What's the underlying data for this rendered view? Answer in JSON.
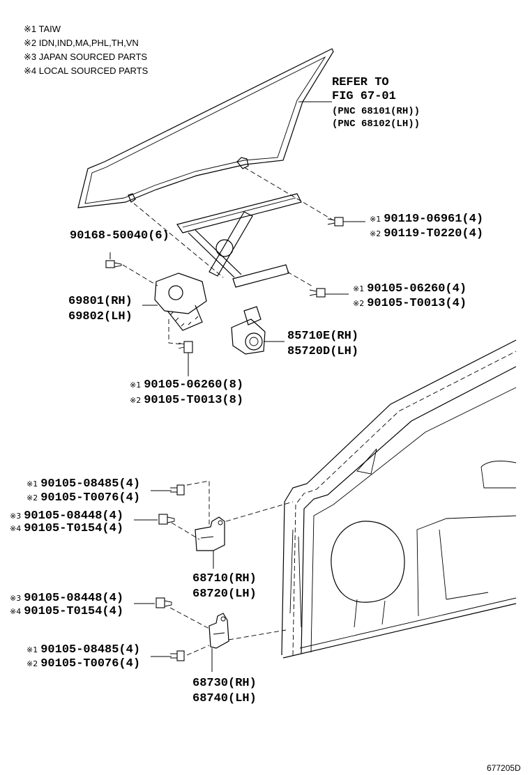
{
  "notes": [
    {
      "mark": "※1",
      "text": "TAIW"
    },
    {
      "mark": "※2",
      "text": "IDN,IND,MA,PHL,TH,VN"
    },
    {
      "mark": "※3",
      "text": "JAPAN SOURCED PARTS"
    },
    {
      "mark": "※4",
      "text": "LOCAL SOURCED PARTS"
    }
  ],
  "refer": {
    "line1": "REFER TO",
    "line2": "FIG 67-01",
    "line3": "(PNC 68101(RH))",
    "line4": "(PNC 68102(LH))"
  },
  "parts": {
    "bolt_top_left": "90168-50040(6)",
    "glass_bolt_1": {
      "mark": "※1",
      "code": "90119-06961(4)"
    },
    "glass_bolt_2": {
      "mark": "※2",
      "code": "90119-T0220(4)"
    },
    "reg_bolt_1": {
      "mark": "※1",
      "code": "90105-06260(4)"
    },
    "reg_bolt_2": {
      "mark": "※2",
      "code": "90105-T0013(4)"
    },
    "regulator_rh": "69801(RH)",
    "regulator_lh": "69802(LH)",
    "motor_rh": "85710E(RH)",
    "motor_lh": "85720D(LH)",
    "lower_bolt_1": {
      "mark": "※1",
      "code": "90105-06260(8)"
    },
    "lower_bolt_2": {
      "mark": "※2",
      "code": "90105-T0013(8)"
    },
    "hinge_up_bolt_a1": {
      "mark": "※1",
      "code": "90105-08485(4)"
    },
    "hinge_up_bolt_a2": {
      "mark": "※2",
      "code": "90105-T0076(4)"
    },
    "hinge_up_bolt_b3": {
      "mark": "※3",
      "code": "90105-08448(4)"
    },
    "hinge_up_bolt_b4": {
      "mark": "※4",
      "code": "90105-T0154(4)"
    },
    "hinge_upper_rh": "68710(RH)",
    "hinge_upper_lh": "68720(LH)",
    "hinge_lo_bolt_b3": {
      "mark": "※3",
      "code": "90105-08448(4)"
    },
    "hinge_lo_bolt_b4": {
      "mark": "※4",
      "code": "90105-T0154(4)"
    },
    "hinge_lo_bolt_a1": {
      "mark": "※1",
      "code": "90105-08485(4)"
    },
    "hinge_lo_bolt_a2": {
      "mark": "※2",
      "code": "90105-T0076(4)"
    },
    "hinge_lower_rh": "68730(RH)",
    "hinge_lower_lh": "68740(LH)"
  },
  "figure_id": "677205D"
}
